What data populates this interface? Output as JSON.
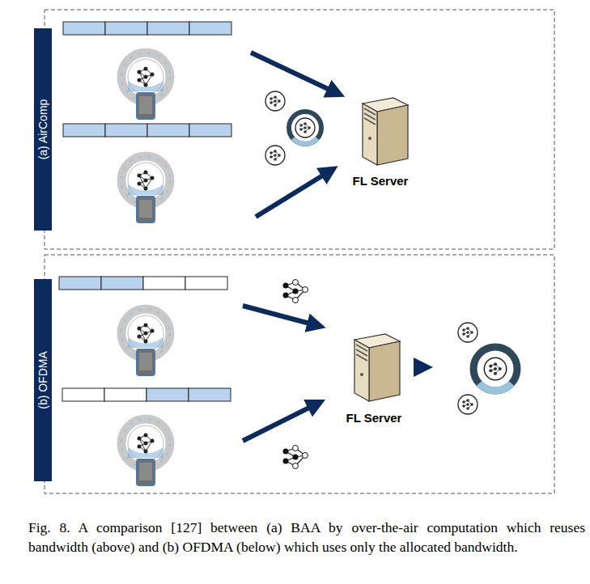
{
  "diagram": {
    "caption": "Fig. 8.   A comparison [127] between (a) BAA by over-the-air computation which reuses bandwidth (above) and (b) OFDMA (below) which uses only the allocated bandwidth.",
    "nodes": [
      {
        "text": [
          "(a) AirComp"
        ]
      },
      {
        "text": [
          "FL Server"
        ]
      },
      {
        "text": [
          "(b) OFDMA"
        ]
      },
      {
        "text": [
          "FL Server"
        ]
      }
    ]
  }
}
